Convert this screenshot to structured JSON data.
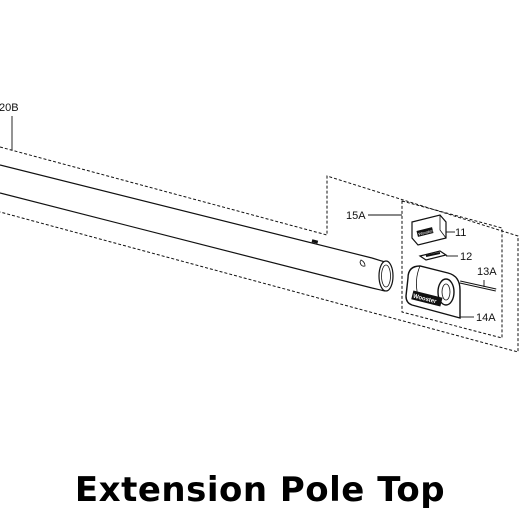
{
  "diagram": {
    "title": "Extension Pole Top",
    "colors": {
      "line": "#111111",
      "background": "#ffffff"
    },
    "parts": [
      {
        "id": "20B",
        "label": "20B"
      },
      {
        "id": "15A",
        "label": "15A"
      },
      {
        "id": "11",
        "label": "11",
        "marking": "Wooster"
      },
      {
        "id": "12",
        "label": "12"
      },
      {
        "id": "13A",
        "label": "13A"
      },
      {
        "id": "14A",
        "label": "14A",
        "marking": "Wooster"
      }
    ]
  }
}
